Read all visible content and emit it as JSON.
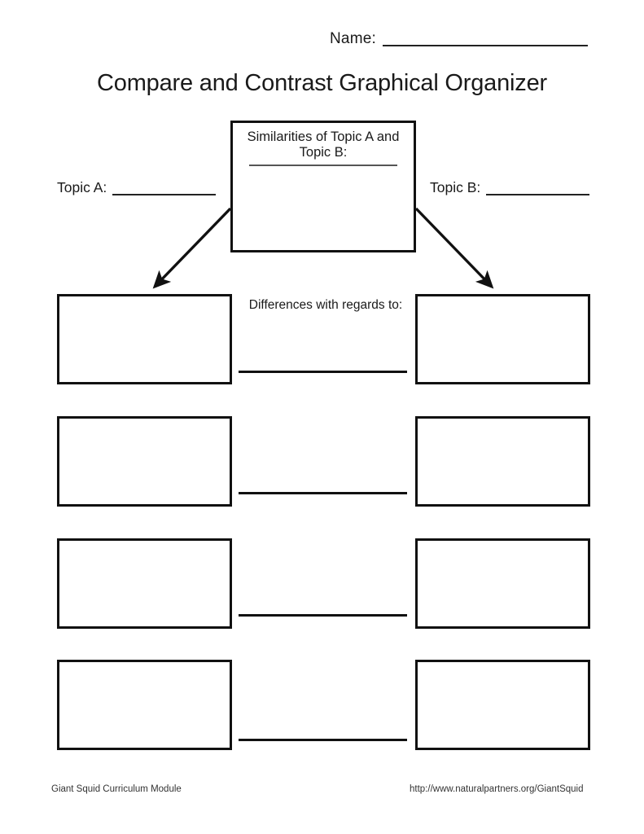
{
  "header": {
    "name_label": "Name:",
    "title": "Compare and Contrast Graphical Organizer"
  },
  "similarities_box": {
    "prompt": "Similarities of Topic A and Topic B:"
  },
  "topics": {
    "topic_a_label": "Topic A:",
    "topic_b_label": "Topic B:"
  },
  "differences": {
    "prompt": "Differences with regards to:",
    "rows": [
      {
        "left_value": "",
        "right_value": "",
        "center_value": ""
      },
      {
        "left_value": "",
        "right_value": "",
        "center_value": ""
      },
      {
        "left_value": "",
        "right_value": "",
        "center_value": ""
      },
      {
        "left_value": "",
        "right_value": "",
        "center_value": ""
      }
    ]
  },
  "footer": {
    "left": "Giant Squid Curriculum Module",
    "right": "http://www.naturalpartners.org/GiantSquid"
  },
  "colors": {
    "ink": "#111111",
    "page": "#ffffff",
    "rule": "#555555"
  }
}
